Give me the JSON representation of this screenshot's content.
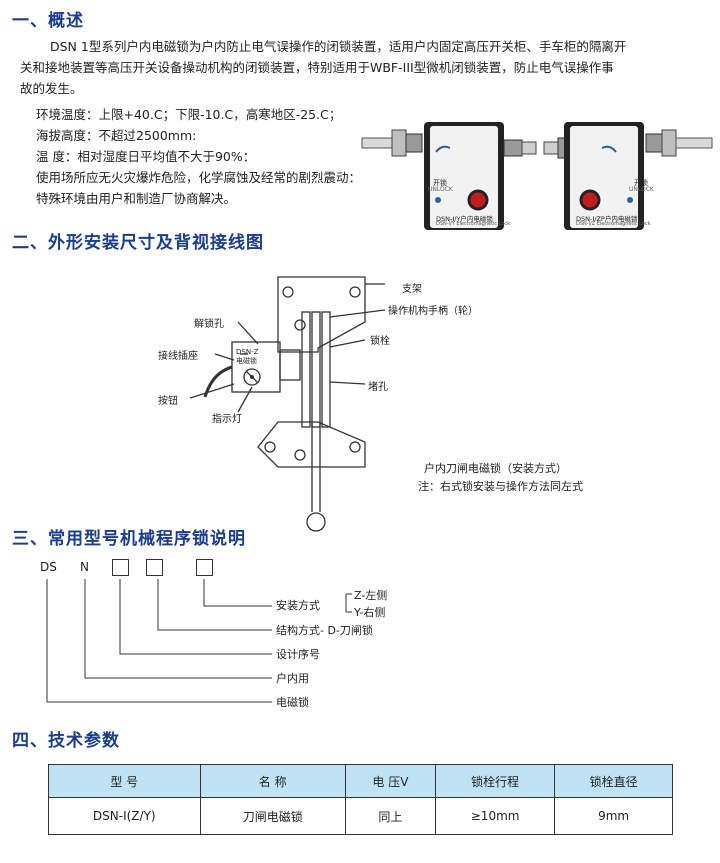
{
  "section1": {
    "title": "一、概述",
    "para": [
      "DSN 1型系列户内电磁锁为户内防止电气误操作的闭锁装置，适用户内固定高压开关柜、手车柜的隔离开",
      "关和接地装置等高压开关设备操动机构的闭锁装置，特别适用于WBF-III型微机闭锁装置，防止电气误操作事",
      "故的发生。"
    ],
    "specs": [
      "环境温度：上限+40.C；下限-10.C，高寒地区-25.C；",
      "海拔高度：不超过2500mm:",
      "温  度：相对湿度日平均值不大于90%：",
      "使用场所应无火灾爆炸危险，化学腐蚀及经常的剧烈震动：",
      "特殊环境由用户和制造厂协商解决。"
    ]
  },
  "photo": {
    "left_label": "DSN-I/Y户内电磁锁",
    "left_sub": "DSN-I/Y Electromagnetic Lock",
    "right_label": "DSN-I/ZP户内电磁锁",
    "right_sub": "DSN-I/Z Electromagnetic Lock",
    "unlock": "开锁",
    "unlock_en": "UNLOCK"
  },
  "section2": {
    "title": "二、外形安装尺寸及背视接线图",
    "labels": {
      "bracket": "支架",
      "handle": "操作机构手柄（轮）",
      "unlock_hole": "解锁孔",
      "bolt": "锁栓",
      "socket": "接线插座",
      "block_hole": "堵孔",
      "button": "按钮",
      "indicator": "指示灯",
      "device": "DSN-Z",
      "device2": "电磁锁"
    },
    "caption1": "户内刀闸电磁锁（安装方式）",
    "caption2": "注：右式锁安装与操作方法同左式"
  },
  "section3": {
    "title": "三、常用型号机械程序锁说明",
    "code": [
      "DS",
      "N"
    ],
    "items": [
      "安装方式",
      "结构方式- D-刀闸锁",
      "设计序号",
      "户内用",
      "电磁锁"
    ],
    "option_z": "Z-左侧",
    "option_y": "Y-右侧"
  },
  "section4": {
    "title": "四、技术参数",
    "headers": [
      "型  号",
      "名  称",
      "电  压V",
      "锁栓行程",
      "锁栓直径"
    ],
    "rows": [
      [
        "DSN-I(Z/Y)",
        "刀闸电磁锁",
        "同上",
        "≥10mm",
        "9mm"
      ]
    ]
  }
}
